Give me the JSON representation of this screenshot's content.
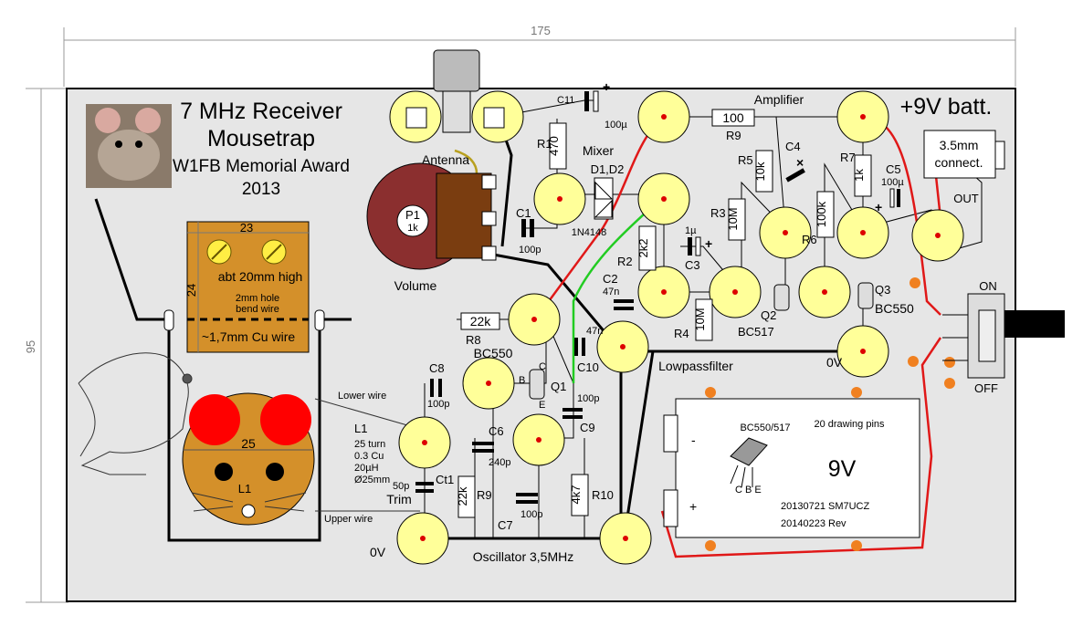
{
  "dimensions": {
    "width": "175",
    "height": "95"
  },
  "title": {
    "line1": "7 MHz Receiver",
    "line2": "Mousetrap",
    "line3": "W1FB Memorial Award",
    "line4": "2013"
  },
  "sections": {
    "amplifier": "Amplifier",
    "mixer": "Mixer",
    "lowpass": "Lowpassfilter",
    "oscillator": "Oscillator 3,5MHz",
    "battery": "+9V batt.",
    "antenna": "Antenna",
    "volume": "Volume",
    "trim": "Trim",
    "zero_left": "0V",
    "zero_right": "0V",
    "out": "OUT",
    "on": "ON",
    "off": "OFF",
    "jack_line1": "3.5mm",
    "jack_line2": "connect."
  },
  "components": {
    "c11": "C11",
    "c11_val": "100µ",
    "r1": "R1",
    "r1_val": "470",
    "d1d2": "D1,D2",
    "diode_type": "1N4148",
    "c1": "C1",
    "c1_val": "100p",
    "r9": "R9",
    "r9_val": "100",
    "r5": "R5",
    "r5_val": "10k",
    "c4": "C4",
    "r7": "R7",
    "r7_val": "1k",
    "c5": "C5",
    "c5_val": "100µ",
    "r3": "R3",
    "r3_val": "10M",
    "r6": "R6",
    "r6_val": "100k",
    "c3": "C3",
    "c3_val": "1µ",
    "r2": "R2",
    "r2_val": "2k2",
    "c2": "C2",
    "c2_val": "47n",
    "r4": "R4",
    "r4_val": "10M",
    "q2": "Q2",
    "q2_type": "BC517",
    "q3": "Q3",
    "q3_type": "BC550",
    "r8": "R8",
    "r8_val": "22k",
    "c10": "C10",
    "c10_val": "47n",
    "q1": "Q1",
    "q1_type": "BC550",
    "c8": "C8",
    "c8_val": "100p",
    "c6": "C6",
    "c6_val": "240p",
    "c9": "C9",
    "c9_val": "100p",
    "r9b": "R9",
    "r9b_val": "22k",
    "c7": "C7",
    "c7_val": "100p",
    "r10": "R10",
    "r10_val": "4k7",
    "ct1": "Ct1",
    "ct1_val": "50p",
    "p1": "P1",
    "p1_val": "1k",
    "pin_b": "B",
    "pin_c": "C",
    "pin_e": "E"
  },
  "coil": {
    "label": "L1",
    "turns": "25 turn",
    "wire": "0.3 Cu",
    "induct": "20µH",
    "diam": "Ø25mm",
    "lower": "Lower wire",
    "upper": "Upper wire",
    "mouse_label": "L1"
  },
  "trap": {
    "width": "23",
    "height": "24",
    "note1": "abt 20mm high",
    "note2": "2mm hole",
    "note3": "bend wire",
    "note4": "~1,7mm Cu wire",
    "mouse_width": "25"
  },
  "battery_box": {
    "title": "20 drawing pins",
    "transistor": "BC550/517",
    "voltage": "9V",
    "minus": "-",
    "plus": "+",
    "pins": "C B E",
    "date1": "20130721 SM7UCZ",
    "date2": "20140223 Rev"
  },
  "colors": {
    "board": "#e6e6e6",
    "pad": "#ffff99",
    "trap": "#d4902a",
    "wire_red": "#e01818",
    "wire_green": "#22cc22",
    "pot": "#8b2f2f",
    "pot_body": "#7a3d10"
  }
}
